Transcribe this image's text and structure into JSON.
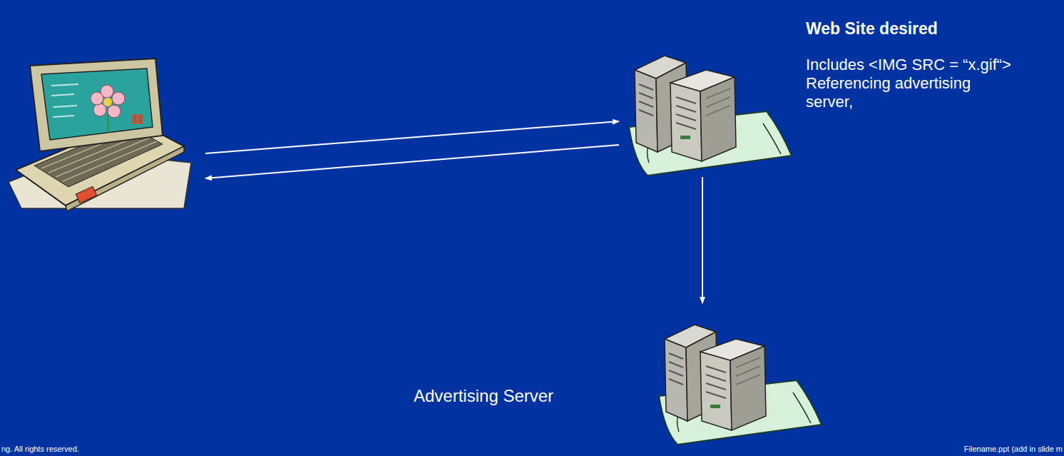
{
  "diagram": {
    "nodes": [
      {
        "text": []
      },
      {
        "text": [
          "Web Site desired",
          "Includes <IMG SRC = “x.gif“> Referencing advertising server,"
        ]
      },
      {
        "text": [
          "Advertising Server"
        ]
      }
    ],
    "edges": [
      {
        "from": 0,
        "to": 1,
        "arrow": "to"
      },
      {
        "from": 1,
        "to": 0,
        "arrow": "to"
      },
      {
        "from": 1,
        "to": 2,
        "arrow": "to"
      }
    ],
    "labels": [
      "ng. All rights reserved.",
      "Filename.ppt (add in slide m"
    ]
  }
}
